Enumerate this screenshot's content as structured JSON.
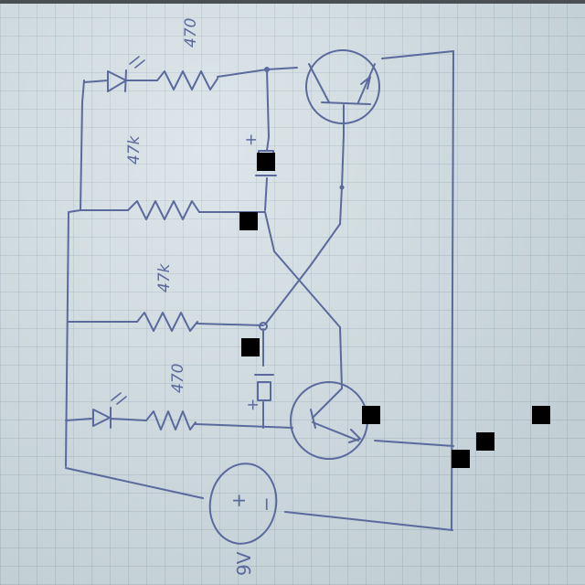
{
  "labels": {
    "r_led_top": "470",
    "r_base_top": "47k",
    "r_base_bottom": "47k",
    "r_led_bottom": "470",
    "battery": "9V",
    "battery_plus": "+",
    "battery_minus": "−",
    "cap_top_polarity": "+",
    "cap_bottom_polarity": "+"
  },
  "colors": {
    "ink": "#5a6a9c",
    "paper": "#d2dee3",
    "redaction": "#000000"
  }
}
